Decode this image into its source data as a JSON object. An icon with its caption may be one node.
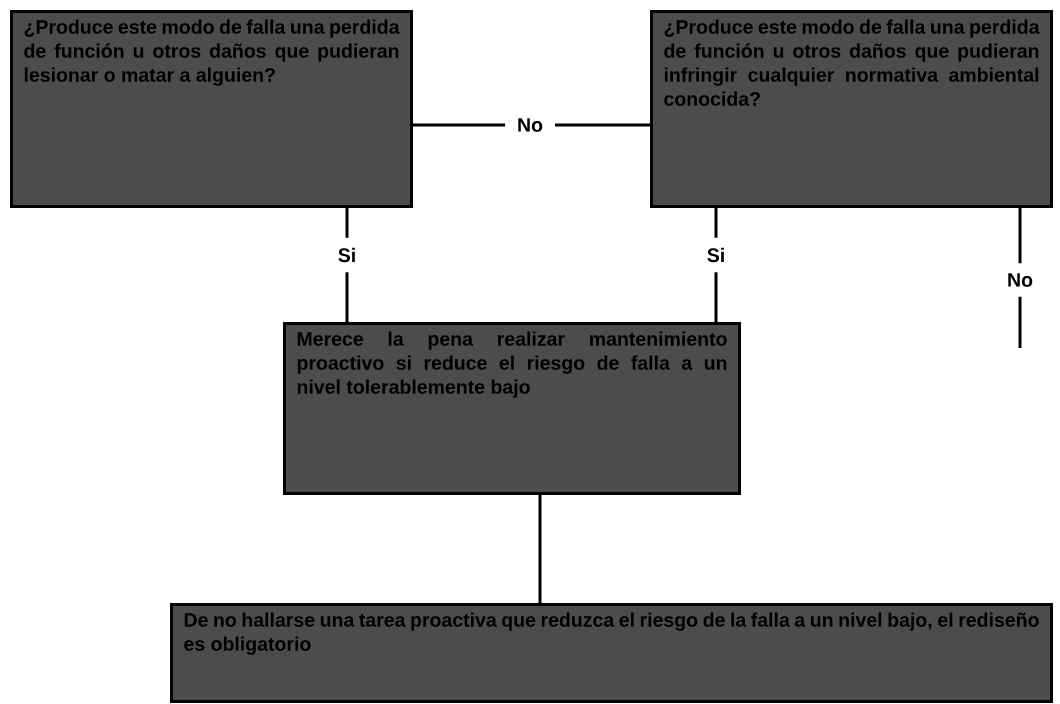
{
  "diagram": {
    "nodes": [
      {
        "text": [
          "¿Produce este modo de falla una perdida de función u otros daños que pudieran lesionar o matar a alguien?"
        ]
      },
      {
        "text": [
          "¿Produce este modo de falla una perdida de función u otros daños que pudieran infringir cualquier normativa ambiental conocida?"
        ]
      },
      {
        "text": [
          "Merece la pena realizar mantenimiento proactivo si reduce el riesgo de falla a un nivel tolerablemente bajo"
        ]
      },
      {
        "text": [
          "De no hallarse una tarea proactiva que reduzca el riesgo de la falla a un nivel bajo, el rediseño es obligatorio"
        ]
      }
    ],
    "edges": [
      {
        "from": 0,
        "to": 1,
        "arrow": "none",
        "label": "No"
      },
      {
        "from": 0,
        "to": 2,
        "arrow": "none",
        "label": "Si"
      },
      {
        "from": 1,
        "to": 2,
        "arrow": "none",
        "label": "Si"
      },
      {
        "from": 1,
        "to": null,
        "arrow": "none",
        "label": "No"
      },
      {
        "from": 2,
        "to": 3,
        "arrow": "none"
      }
    ]
  }
}
